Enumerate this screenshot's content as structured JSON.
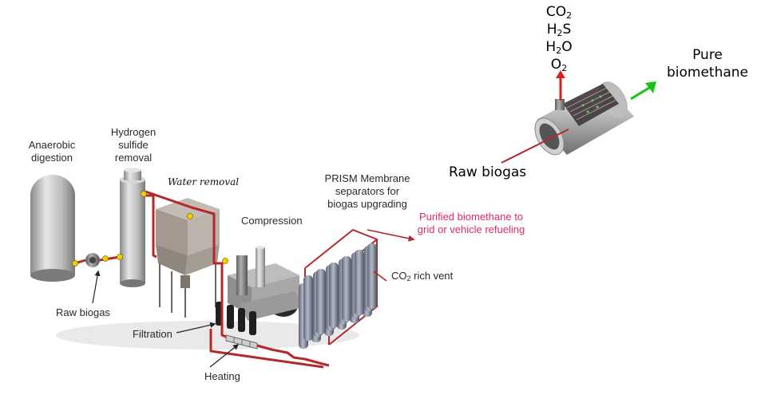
{
  "labels": {
    "anaerobic_digestion_1": "Anaerobic",
    "anaerobic_digestion_2": "digestion",
    "h2s_removal_1": "Hydrogen",
    "h2s_removal_2": "sulfide",
    "h2s_removal_3": "removal",
    "water_removal": "Water removal",
    "compression": "Compression",
    "prism_1": "PRISM Membrane",
    "prism_2": "separators for",
    "prism_3": "biogas upgrading",
    "purified_1": "Purified biomethane to",
    "purified_2": "grid or vehicle refueling",
    "co2_vent_pre": "CO",
    "co2_vent_sub": "2",
    "co2_vent_post": " rich vent",
    "raw_biogas_bottom": "Raw biogas",
    "filtration": "Filtration",
    "heating": "Heating"
  },
  "membrane_detail": {
    "raw_biogas": "Raw biogas",
    "pure_1": "Pure",
    "pure_2": "biomethane",
    "gases": [
      {
        "symbol": "CO",
        "sub": "2",
        "suffix": ""
      },
      {
        "symbol": "H",
        "sub": "2",
        "suffix": "S"
      },
      {
        "symbol": "H",
        "sub": "2",
        "suffix": "O"
      },
      {
        "symbol": "O",
        "sub": "2",
        "suffix": ""
      }
    ]
  },
  "colors": {
    "pipe": "#b3282a",
    "fitting": "#f2d000",
    "purified_text": "#e0286a",
    "permeate_arrow": "#e21a1a",
    "product_arrow": "#19c219"
  }
}
